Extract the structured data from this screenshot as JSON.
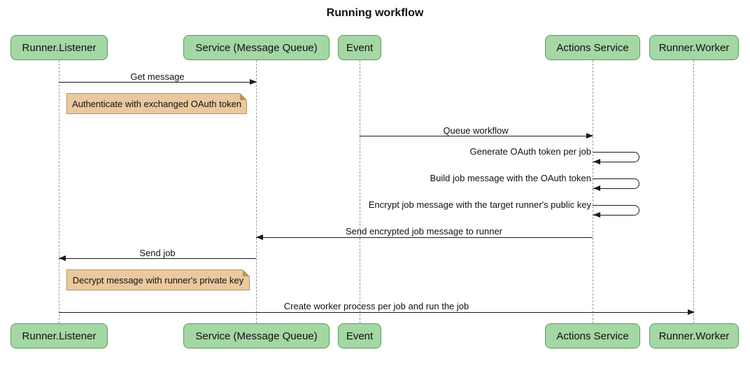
{
  "title": "Running workflow",
  "participants": [
    {
      "label": "Runner.Listener"
    },
    {
      "label": "Service (Message Queue)"
    },
    {
      "label": "Event"
    },
    {
      "label": "Actions Service"
    },
    {
      "label": "Runner.Worker"
    }
  ],
  "messages": [
    {
      "label": "Get message",
      "from": "Runner.Listener",
      "to": "Service (Message Queue)",
      "type": "solid-arrow"
    },
    {
      "label": "Queue workflow",
      "from": "Event",
      "to": "Actions Service",
      "type": "solid-arrow"
    },
    {
      "label": "Generate OAuth token per job",
      "from": "Actions Service",
      "to": "Actions Service",
      "type": "self"
    },
    {
      "label": "Build job message with the OAuth token",
      "from": "Actions Service",
      "to": "Actions Service",
      "type": "self"
    },
    {
      "label": "Encrypt job message with the target runner's public key",
      "from": "Actions Service",
      "to": "Actions Service",
      "type": "self"
    },
    {
      "label": "Send encrypted job message to runner",
      "from": "Actions Service",
      "to": "Service (Message Queue)",
      "type": "solid-arrow"
    },
    {
      "label": "Send job",
      "from": "Service (Message Queue)",
      "to": "Runner.Listener",
      "type": "solid-arrow"
    },
    {
      "label": "Create worker process per job and run the job",
      "from": "Runner.Listener",
      "to": "Runner.Worker",
      "type": "solid-arrow"
    }
  ],
  "notes": [
    {
      "label": "Authenticate with exchanged OAuth token",
      "anchor": "Runner.Listener"
    },
    {
      "label": "Decrypt message with runner's private key",
      "anchor": "Runner.Listener"
    }
  ],
  "colors": {
    "actor_fill": "#A3D7A3",
    "actor_border": "#5B9E5B",
    "note_fill": "#EBC89E",
    "note_border": "#B9935A",
    "line": "#1a1a1a",
    "lifeline": "#999999",
    "bg": "#ffffff"
  }
}
